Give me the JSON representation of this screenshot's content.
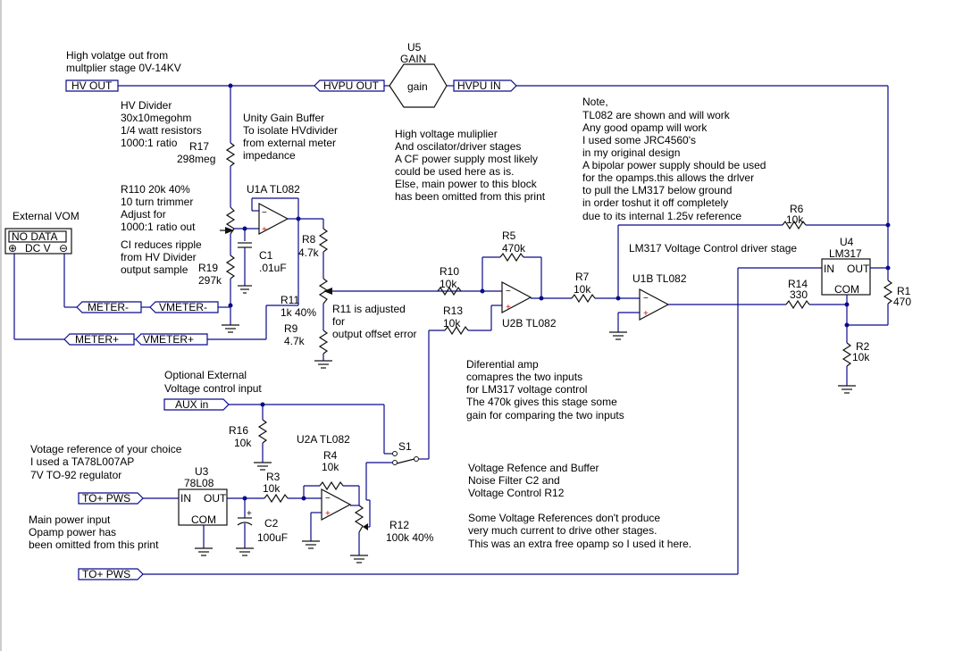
{
  "notes": {
    "hv_out_1": "High volatge out from",
    "hv_out_2": "multplier stage 0V-14KV",
    "hv_div_1": "HV Divider",
    "hv_div_2": "30x10megohm",
    "hv_div_3": "1/4 watt resistors",
    "hv_div_4": "1000:1 ratio",
    "buf_1": "Unity Gain Buffer",
    "buf_2": "To isolate  HVdivider",
    "buf_3": "from external meter",
    "buf_4": "impedance",
    "mult_1": "High voltage muliplier",
    "mult_2": "And oscilator/driver stages",
    "mult_3": "A CF power supply most likely",
    "mult_4": "could be used here as is.",
    "mult_5": "Else, main power to this block",
    "mult_6": "has been omitted from this print",
    "note_1": "Note,",
    "note_2": "TL082 are shown and will work",
    "note_3": "Any good opamp will work",
    "note_4": "I used some JRC4560's",
    "note_5": "in my original design",
    "note_6": "A bipolar power supply should be used",
    "note_7": "for the opamps.this allows the drlver",
    "note_8": "to pull the LM317 below ground",
    "note_9": "in order toshut it off completely",
    "note_10": "due to its internal 1.25v reference",
    "trim_1": "R110  20k 40%",
    "trim_2": "10 turn trimmer",
    "trim_3": "Adjust for",
    "trim_4": "1000:1 ratio out",
    "ci_1": "CI reduces ripple",
    "ci_2": "from HV Divider",
    "ci_3": "output sample",
    "ext_vom": "External VOM",
    "r11_1": "R11 is adjusted",
    "r11_2": "for",
    "r11_3": "output offset error",
    "driver": "LM317 Voltage Control driver stage",
    "diff_1": "Diferential amp",
    "diff_2": "comapres the two inputs",
    "diff_3": "for LM317 voltage control",
    "diff_4": "The 470k gives this stage some",
    "diff_5": "gain for comparing the two inputs",
    "aux_1": "Optional External",
    "aux_2": "Voltage control input",
    "vref_1": "Votage reference of your choice",
    "vref_2": "I used a TA78L007AP",
    "vref_3": "7V TO-92 regulator",
    "main_1": "Main power input",
    "main_2": "Opamp power has",
    "main_3": "been omitted from this print",
    "buf2_1": "Voltage Refence and Buffer",
    "buf2_2": "Noise Filter C2 and",
    "buf2_3": "Voltage Control  R12",
    "some_1": "Some Voltage References don't produce",
    "some_2": "very much current to drive other stages.",
    "some_3": "This was an extra free opamp so I used it here."
  },
  "ports": {
    "hv_out": "HV  OUT",
    "hvpu_out": "HVPU OUT",
    "hvpu_in": "HVPU  IN",
    "meter_minus": "METER-",
    "vmeter_minus": "VMETER-",
    "meter_plus": "METER+",
    "vmeter_plus": "VMETER+",
    "aux_in": "AUX in",
    "to_pws_1": "TO+ PWS",
    "to_pws_2": "TO+ PWS"
  },
  "meter": {
    "display": "NO DATA",
    "mode": "DC V",
    "plus": "⊕",
    "minus": "⊖"
  },
  "parts": {
    "u5_ref": "U5",
    "u5_val": "GAIN",
    "u5_body": "gain",
    "r17_ref": "R17",
    "r17_val": "298meg",
    "r19_ref": "R19",
    "r19_val": "297k",
    "c1_ref": "C1",
    "c1_val": ".01uF",
    "u1a": "U1A TL082",
    "r8_ref": "R8",
    "r8_val": "4.7k",
    "r11_ref": "R11",
    "r11_val": "1k 40%",
    "r9_ref": "R9",
    "r9_val": "4.7k",
    "r10_ref": "R10",
    "r10_val": "10k",
    "r13_ref": "R13",
    "r13_val": "10k",
    "r5_ref": "R5",
    "r5_val": "470k",
    "u2b": "U2B  TL082",
    "r7_ref": "R7",
    "r7_val": "10k",
    "u1b": "U1B  TL082",
    "r6_ref": "R6",
    "r6_val": "10k",
    "u4_ref": "U4",
    "u4_val": "LM317",
    "u4_in": "IN",
    "u4_out": "OUT",
    "u4_com": "COM",
    "r14_ref": "R14",
    "r14_val": "330",
    "r1_ref": "R1",
    "r1_val": "470",
    "r2_ref": "R2",
    "r2_val": "10k",
    "r16_ref": "R16",
    "r16_val": "10k",
    "s1": "S1",
    "u2a": "U2A  TL082",
    "r4_ref": "R4",
    "r4_val": "10k",
    "u3_ref": "U3",
    "u3_val": "78L08",
    "u3_in": "IN",
    "u3_out": "OUT",
    "u3_com": "COM",
    "r3_ref": "R3",
    "r3_val": "10k",
    "c2_ref": "C2",
    "c2_val": "100uF",
    "r12_ref": "R12",
    "r12_val": "100k 40%"
  },
  "colors": {
    "wire": "#0b0b8c",
    "part": "#111111",
    "plus_sign": "#d01010"
  }
}
